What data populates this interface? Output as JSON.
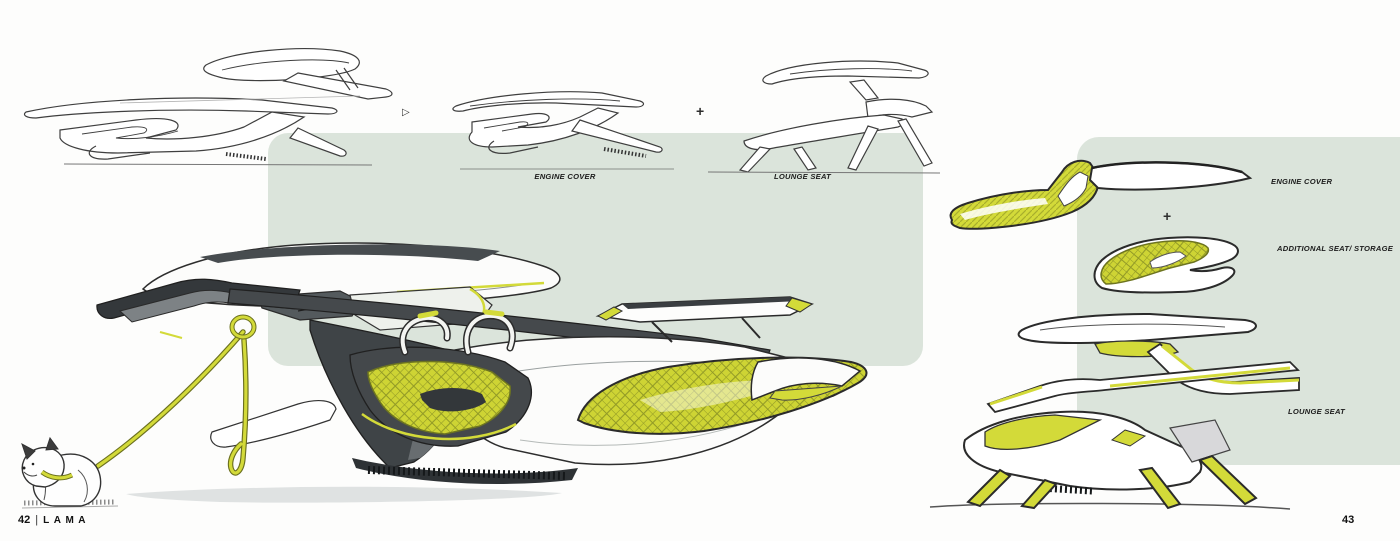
{
  "top_row": {
    "arrow": "▷",
    "engine_cover_label": "ENGINE COVER",
    "plus": "+",
    "lounge_seat_label": "LOUNGE SEAT"
  },
  "right_column": {
    "engine_cover_label": "ENGINE COVER",
    "plus": "+",
    "additional_seat_label": "ADDITIONAL SEAT/ STORAGE",
    "lounge_seat_label": "LOUNGE SEAT"
  },
  "footer": {
    "left_page_number": "42",
    "divider": "|",
    "brand_name": "LAMA",
    "right_page_number": "43"
  },
  "colors": {
    "panel_green": "#dbe4db",
    "accent_yellow": "#d3da39",
    "accent_yellow_dark": "#9aa227",
    "dark_gray": "#3f4447",
    "ink": "#2d2d2d"
  }
}
